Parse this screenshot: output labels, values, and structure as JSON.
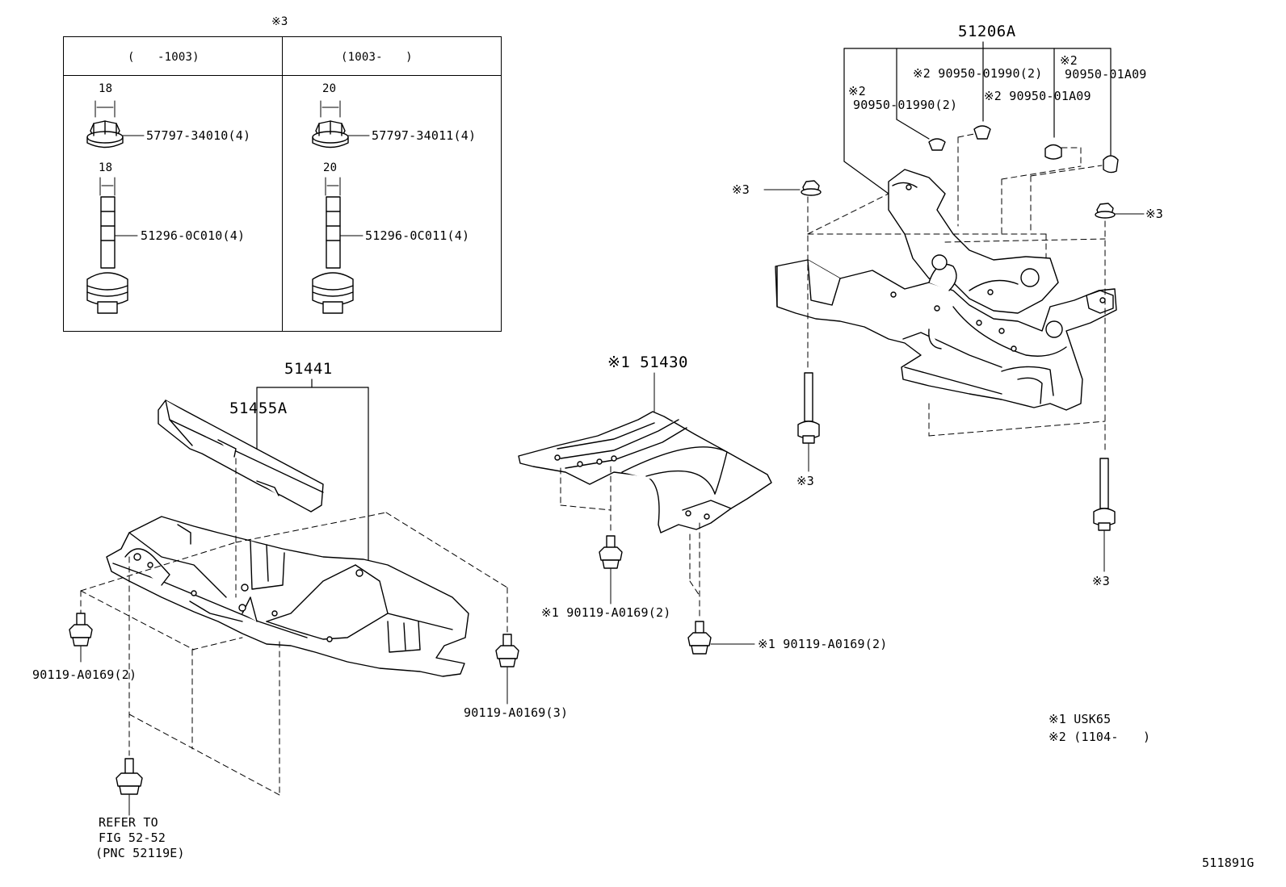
{
  "table": {
    "note_mark": "※3",
    "col1_header": "(　　-1003)",
    "col2_header": "(1003-　　)",
    "col1": {
      "nut_dim": "18",
      "nut_part": "57797-34010(4)",
      "bolt_dim": "18",
      "bolt_part": "51296-0C010(4)"
    },
    "col2": {
      "nut_dim": "20",
      "nut_part": "57797-34011(4)",
      "bolt_dim": "20",
      "bolt_part": "51296-0C011(4)"
    }
  },
  "labels": {
    "p51206A": "51206A",
    "c2_a": "※2 90950-01990(2)",
    "c2_b_mark": "※2",
    "c2_b_part": "90950-01A09",
    "c2_c_mark": "※2",
    "c2_c_part": "90950-01990(2)",
    "c2_d": "※2 90950-01A09",
    "m3_left": "※3",
    "m3_right": "※3",
    "m3_mid": "※3",
    "m3_bottom": "※3",
    "p51441": "51441",
    "p51455A": "51455A",
    "p51430": "※1 51430",
    "b1": "※1 90119-A0169(2)",
    "b2": "※1 90119-A0169(2)",
    "b3": "90119-A0169(2)",
    "b4": "90119-A0169(3)",
    "refer_1": "REFER TO",
    "refer_2": "FIG 52-52",
    "refer_3": "(PNC 52119E)",
    "legend_1": "※1 USK65",
    "legend_2": "※2 (1104-　　)",
    "fig_code": "511891G"
  }
}
